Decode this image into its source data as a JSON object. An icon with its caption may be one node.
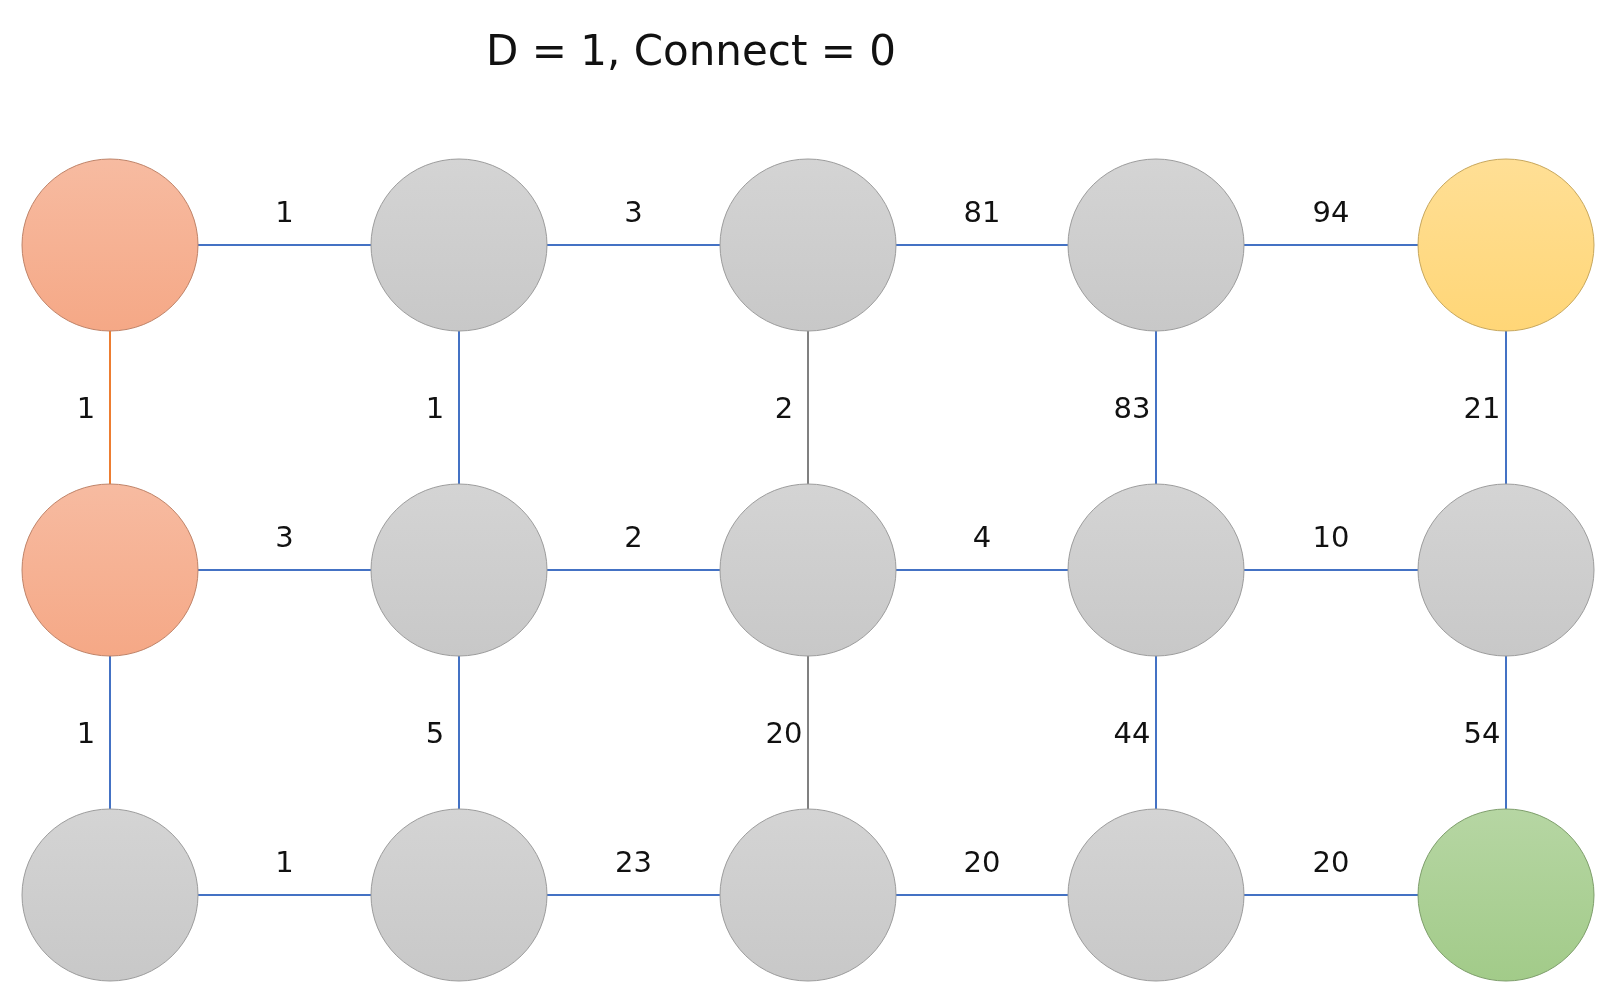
{
  "diagram": {
    "title": "D = 1, Connect = 0",
    "nodes": [
      {
        "text": [],
        "shape": "circle"
      },
      {
        "text": [],
        "shape": "circle"
      },
      {
        "text": [],
        "shape": "circle"
      },
      {
        "text": [],
        "shape": "circle"
      },
      {
        "text": [],
        "shape": "circle"
      },
      {
        "text": [],
        "shape": "circle"
      },
      {
        "text": [],
        "shape": "circle"
      },
      {
        "text": [],
        "shape": "circle"
      },
      {
        "text": [],
        "shape": "circle"
      },
      {
        "text": [],
        "shape": "circle"
      },
      {
        "text": [],
        "shape": "circle"
      },
      {
        "text": [],
        "shape": "circle"
      },
      {
        "text": [],
        "shape": "circle"
      },
      {
        "text": [],
        "shape": "circle"
      },
      {
        "text": [],
        "shape": "circle"
      }
    ],
    "edges": [
      {
        "from": 0,
        "to": 1,
        "arrow": "none",
        "label": "1"
      },
      {
        "from": 1,
        "to": 2,
        "arrow": "none",
        "label": "3"
      },
      {
        "from": 2,
        "to": 3,
        "arrow": "none",
        "label": "81"
      },
      {
        "from": 3,
        "to": 4,
        "arrow": "none",
        "label": "94"
      },
      {
        "from": 0,
        "to": 5,
        "arrow": "none",
        "label": "1",
        "color": "#ed7d31"
      },
      {
        "from": 1,
        "to": 6,
        "arrow": "none",
        "label": "1"
      },
      {
        "from": 2,
        "to": 7,
        "arrow": "none",
        "label": "2",
        "color": "#808080"
      },
      {
        "from": 3,
        "to": 8,
        "arrow": "none",
        "label": "83"
      },
      {
        "from": 4,
        "to": 9,
        "arrow": "none",
        "label": "21"
      },
      {
        "from": 5,
        "to": 6,
        "arrow": "none",
        "label": "3"
      },
      {
        "from": 6,
        "to": 7,
        "arrow": "none",
        "label": "2"
      },
      {
        "from": 7,
        "to": 8,
        "arrow": "none",
        "label": "4"
      },
      {
        "from": 8,
        "to": 9,
        "arrow": "none",
        "label": "10"
      },
      {
        "from": 5,
        "to": 10,
        "arrow": "none",
        "label": "1"
      },
      {
        "from": 6,
        "to": 11,
        "arrow": "none",
        "label": "5"
      },
      {
        "from": 7,
        "to": 12,
        "arrow": "none",
        "label": "20",
        "color": "#808080"
      },
      {
        "from": 8,
        "to": 13,
        "arrow": "none",
        "label": "44"
      },
      {
        "from": 9,
        "to": 14,
        "arrow": "none",
        "label": "54"
      },
      {
        "from": 10,
        "to": 11,
        "arrow": "none",
        "label": "1"
      },
      {
        "from": 11,
        "to": 12,
        "arrow": "none",
        "label": "23"
      },
      {
        "from": 12,
        "to": 13,
        "arrow": "none",
        "label": "20"
      },
      {
        "from": 13,
        "to": 14,
        "arrow": "none",
        "label": "20"
      }
    ]
  }
}
